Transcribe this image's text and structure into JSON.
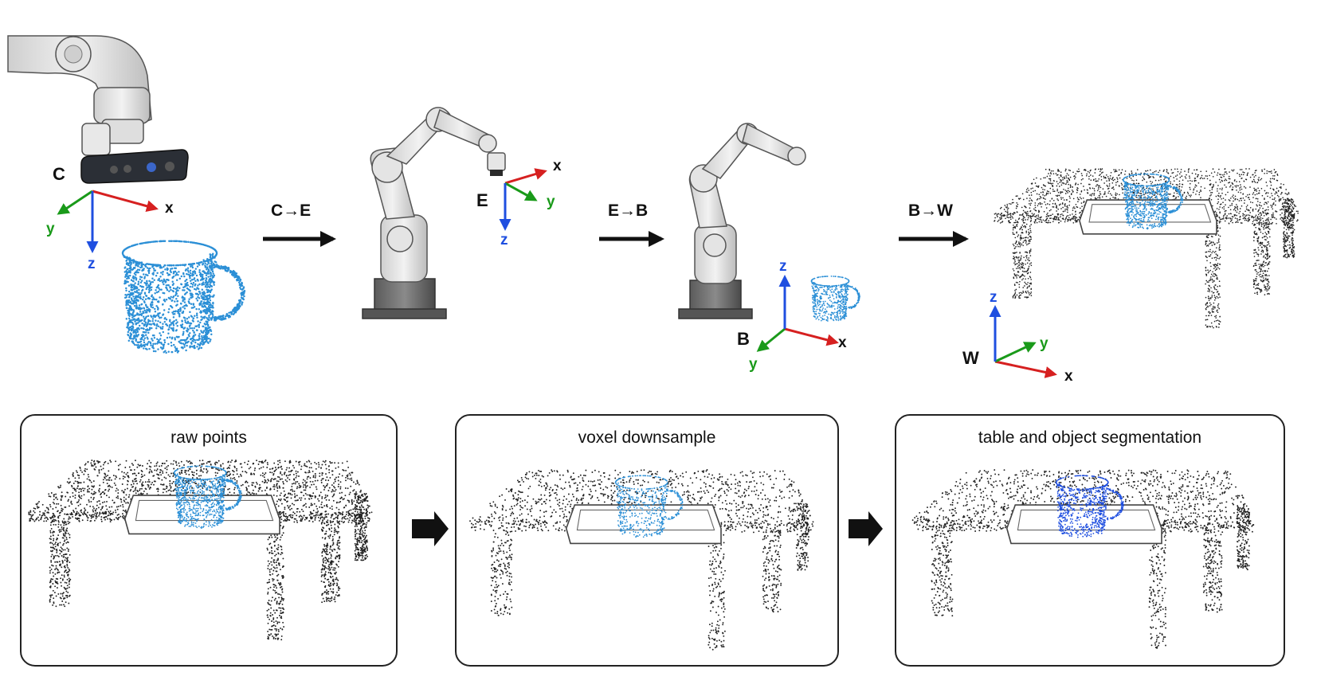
{
  "colors": {
    "x_axis": "#d62020",
    "y_axis": "#1a9a1a",
    "z_axis": "#1f4fe0",
    "mug_points": "#2b8fd6",
    "mug_points_segmented": "#1f4fe0",
    "table_points": "#222222",
    "arrow": "#111111"
  },
  "frames": {
    "camera": "C",
    "end_effector": "E",
    "base": "B",
    "world": "W"
  },
  "axis_labels": {
    "x": "x",
    "y": "y",
    "z": "z"
  },
  "transforms": [
    {
      "label": "C→E"
    },
    {
      "label": "E→B"
    },
    {
      "label": "B→W"
    }
  ],
  "icons": [
    "depth-camera-icon",
    "robot-arm-icon",
    "mug-point-cloud-icon",
    "table-point-cloud-icon",
    "tray-icon"
  ],
  "pipeline": {
    "panels": [
      {
        "title": "raw points"
      },
      {
        "title": "voxel downsample"
      },
      {
        "title": "table and object segmentation"
      }
    ]
  }
}
